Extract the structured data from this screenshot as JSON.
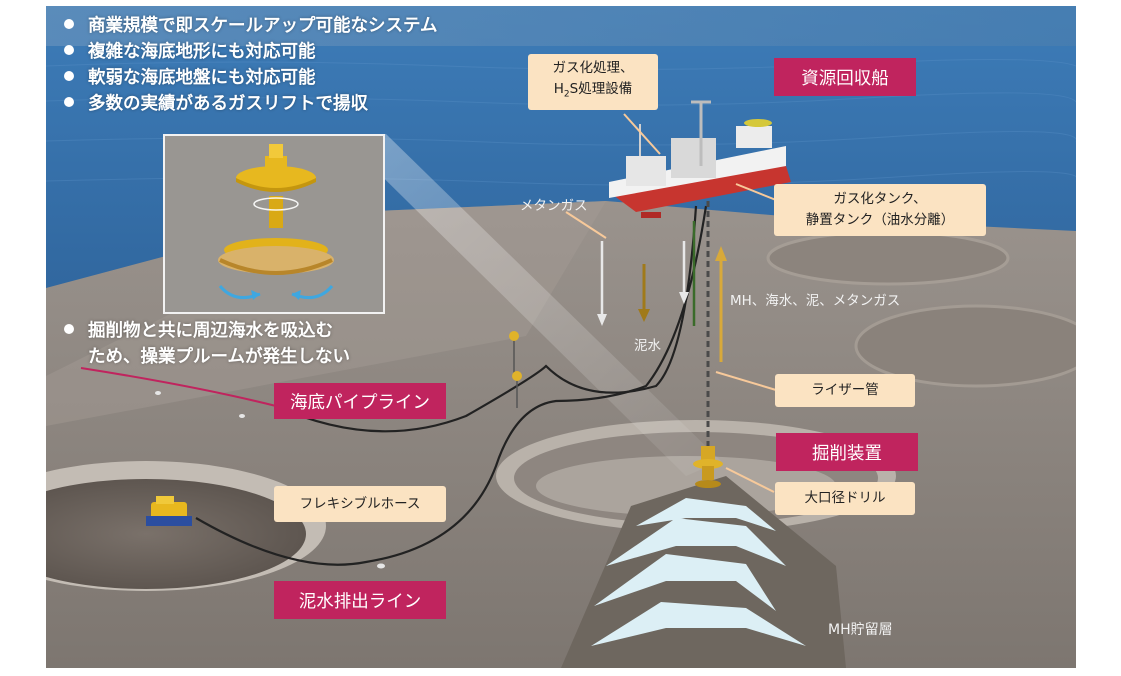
{
  "bullets_top": [
    "商業規模で即スケールアップ可能なシステム",
    "複雑な海底地形にも対応可能",
    "軟弱な海底地盤にも対応可能",
    "多数の実績があるガスリフトで揚収"
  ],
  "bullets_mid": [
    "掘削物と共に周辺海水を吸込む",
    "ため、操業プルームが発生しない"
  ],
  "labels": {
    "gas_processing_line1": "ガス化処理、",
    "gas_processing_line2_pre": "H",
    "gas_processing_line2_sub": "2",
    "gas_processing_line2_post": "S処理設備",
    "recovery_ship": "資源回収船",
    "tank_line1": "ガス化タンク、",
    "tank_line2": "静置タンク（油水分離）",
    "methane_gas": "メタンガス",
    "mh_flow": "MH、海水、泥、メタンガス",
    "mud_water": "泥水",
    "riser_pipe": "ライザー管",
    "subsea_pipeline": "海底パイプライン",
    "excavator": "掘削装置",
    "large_drill": "大口径ドリル",
    "flexible_hose": "フレキシブルホース",
    "mud_discharge_line": "泥水排出ライン",
    "mh_reservoir": "MH貯留層"
  },
  "colors": {
    "pink_label": "#c0245e",
    "peach_label": "#fbe3c2",
    "sea": "#2f6aa3",
    "seabed": "#8f8780",
    "ice": "#dceff5",
    "drill_yellow": "#e0b32a"
  }
}
